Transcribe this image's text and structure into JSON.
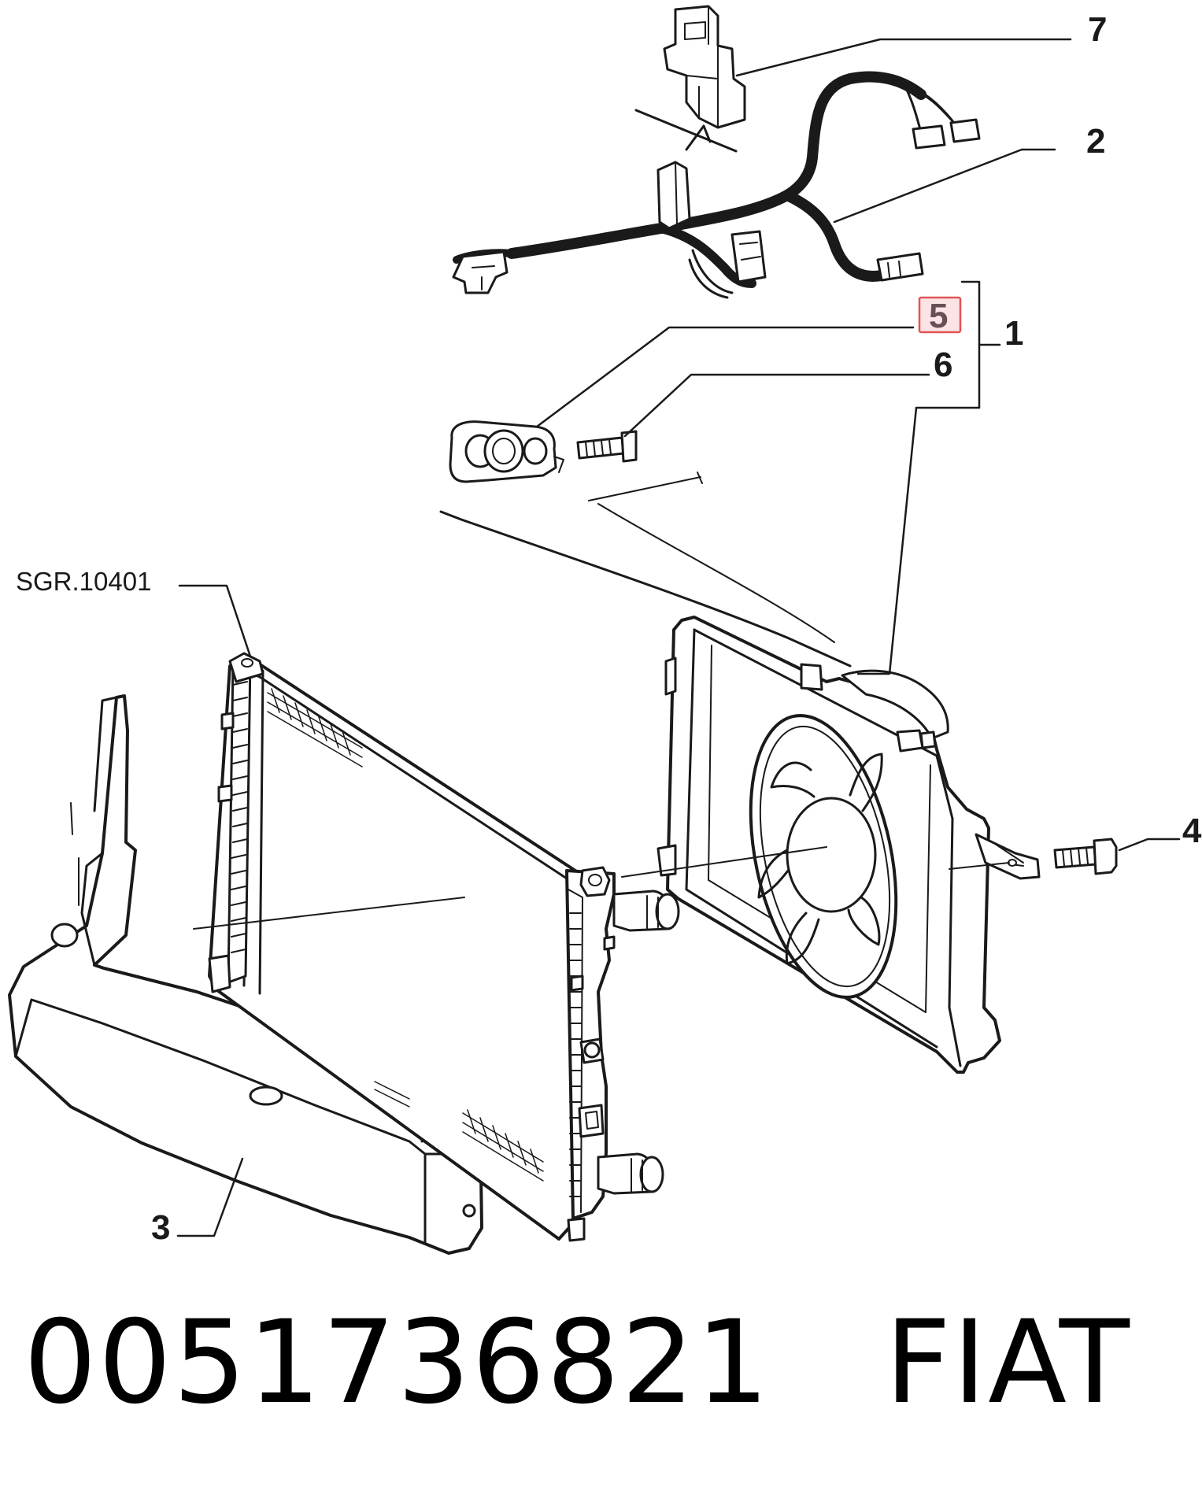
{
  "callouts": {
    "c7": "7",
    "c2": "2",
    "c5": "5",
    "c1": "1",
    "c6": "6",
    "c4": "4",
    "c3": "3",
    "ref_group": "SGR.10401"
  },
  "highlight": {
    "label": "5",
    "border_color": "#e05555",
    "fill_color": "#fbe3e6"
  },
  "footer": {
    "part_number": "0051736821",
    "brand": "FIAT"
  }
}
